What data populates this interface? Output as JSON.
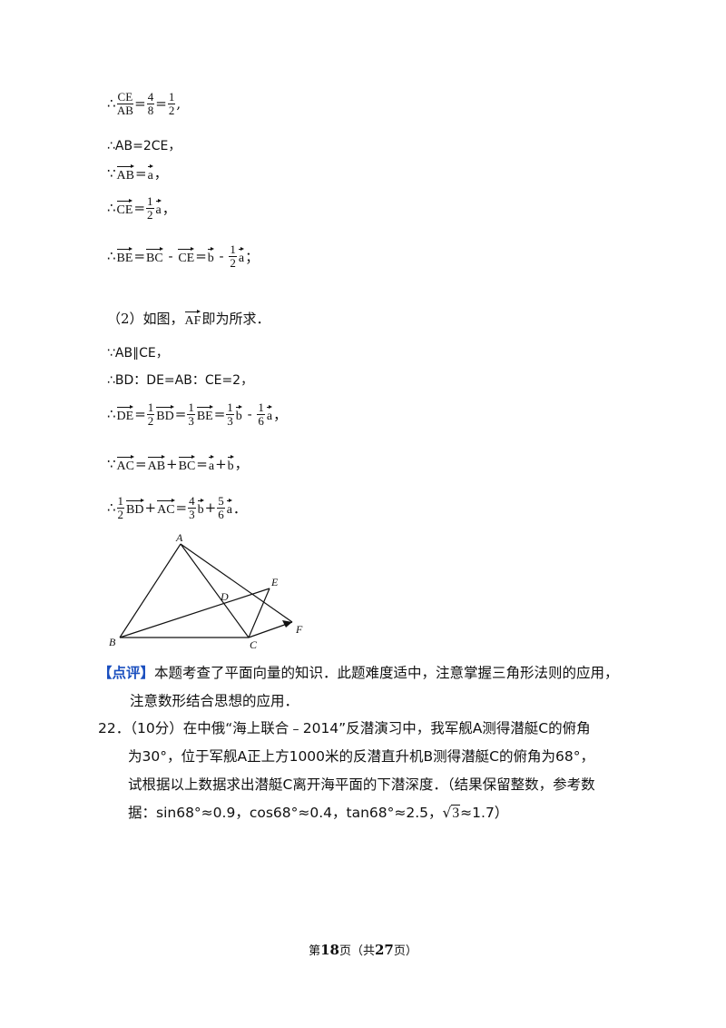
{
  "steps": {
    "s1": {
      "therefore": "∴",
      "num": "CE",
      "den": "AB",
      "eq1": "=",
      "n2": "4",
      "d2": "8",
      "eq2": "=",
      "n3": "1",
      "d3": "2",
      "end": ","
    },
    "s2": {
      "text": "∴AB=2CE，"
    },
    "s3": {
      "because": "∵",
      "v1": "AB",
      "eq": "=",
      "v2": "a",
      "end": "，"
    },
    "s4": {
      "therefore": "∴",
      "v1": "CE",
      "eq": "=",
      "n": "1",
      "d": "2",
      "v2": "a",
      "end": "，"
    },
    "s5": {
      "therefore": "∴",
      "v1": "BE",
      "eq1": "=",
      "v2": "BC",
      "minus1": " - ",
      "v3": "CE",
      "eq2": "=",
      "v4": "b",
      "minus2": " - ",
      "n": "1",
      "d": "2",
      "v5": "a",
      "end": "；"
    },
    "s6": {
      "pre": "（2）如图，",
      "v1": "AF",
      "post": "即为所求．"
    },
    "s7": {
      "text": "∵AB∥CE，"
    },
    "s8": {
      "text": "∴BD：DE=AB：CE=2，"
    },
    "s9": {
      "therefore": "∴",
      "v1": "DE",
      "eq1": "=",
      "n1": "1",
      "d1": "2",
      "v2": "BD",
      "eq2": "=",
      "n2": "1",
      "d2": "3",
      "v3": "BE",
      "eq3": "=",
      "n3": "1",
      "d3": "3",
      "v4": "b",
      "minus": " - ",
      "n4": "1",
      "d4": "6",
      "v5": "a",
      "end": "，"
    },
    "s10": {
      "because": "∵",
      "v1": "AC",
      "eq1": "=",
      "v2": "AB",
      "plus1": "+",
      "v3": "BC",
      "eq2": "=",
      "v4": "a",
      "plus2": "+",
      "v5": "b",
      "end": "，"
    },
    "s11": {
      "therefore": "∴",
      "n1": "1",
      "d1": "2",
      "v1": "BD",
      "plus1": "+",
      "v2": "AC",
      "eq": "=",
      "n2": "4",
      "d2": "3",
      "v3": "b",
      "plus2": "+",
      "n3": "5",
      "d3": "6",
      "v4": "a",
      "end": "．"
    }
  },
  "figure": {
    "labels": {
      "A": "A",
      "B": "B",
      "C": "C",
      "D": "D",
      "E": "E",
      "F": "F"
    }
  },
  "comment": {
    "tag": "【点评】",
    "line1": "本题考查了平面向量的知识．此题难度适中，注意掌握三角形法则的应用，",
    "line2": "注意数形结合思想的应用．"
  },
  "problem": {
    "line1": "22．（10分）在中俄“海上联合﹣2014”反潜演习中，我军舰A测得潜艇C的俯角",
    "line2": "为30°，位于军舰A正上方1000米的反潜直升机B测得潜艇C的俯角为68°，",
    "line3": "试根据以上数据求出潜艇C离开海平面的下潜深度．（结果保留整数，参考数",
    "line4a": "据：sin68°≈0.9，cos68°≈0.4，tan68°≈2.5，",
    "sqrt": "3",
    "line4b": "≈1.7）"
  },
  "footer": {
    "pre": "第",
    "page": "18",
    "mid": "页（共",
    "total": "27",
    "post": "页）"
  }
}
